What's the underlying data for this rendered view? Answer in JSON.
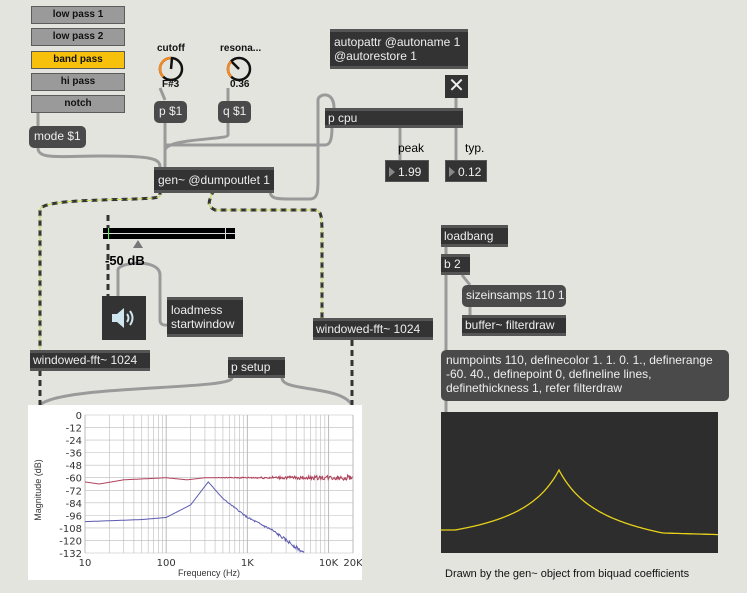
{
  "filter_tabs": [
    "low pass 1",
    "low pass 2",
    "band pass",
    "hi pass",
    "notch"
  ],
  "selected_tab": "band pass",
  "dials": {
    "cutoff": {
      "label": "cutoff",
      "value": "F#3"
    },
    "resonance": {
      "label": "resona...",
      "value": "0.36"
    }
  },
  "objects": {
    "p1": "p $1",
    "q1": "q $1",
    "mode": "mode $1",
    "gen": "gen~ @dumpoutlet 1",
    "autopattr1": "autopattr @autoname 1",
    "autopattr2": "@autorestore 1",
    "pcpu": "p cpu",
    "peak_label": "peak",
    "typ_label": "typ.",
    "peak_value": "1.99",
    "typ_value": "0.12",
    "meter_value": "-50 dB",
    "loadmess1": "loadmess",
    "loadmess2": "startwindow",
    "fft_left": "windowed-fft~ 1024",
    "fft_right": "windowed-fft~ 1024",
    "psetup": "p setup",
    "loadbang": "loadbang",
    "b2": "b 2",
    "sizeinsamps": "sizeinsamps 110 1",
    "buffer": "buffer~ filterdraw",
    "msg_lines": [
      "numpoints 110, definecolor 1. 1. 0. 1., definerange",
      "-60. 40., definepoint 0, defineline lines,",
      "definethickness 1, refer filterdraw"
    ],
    "caption": "Drawn by the gen~ object from biquad coefficients"
  },
  "colors": {
    "selected_tab": "#f7c00b",
    "dial_arc": "#f08a24",
    "signal_cord": "#c8d84a",
    "curve_yellow": "#e8d21a",
    "red_series": "#b0405a",
    "blue_series": "#5a5ab0"
  },
  "chart_data": {
    "type": "line",
    "xlabel": "Frequency (Hz)",
    "ylabel": "Magnitude (dB)",
    "xscale": "log",
    "xlim": [
      10,
      20000
    ],
    "ylim": [
      -132,
      0
    ],
    "xticks": [
      "10",
      "100",
      "1K",
      "10K",
      "20K"
    ],
    "yticks": [
      "0",
      "-12",
      "-24",
      "-36",
      "-48",
      "-60",
      "-72",
      "-84",
      "-96",
      "-108",
      "-120",
      "-132"
    ],
    "grid": true,
    "series": [
      {
        "color": "#b0405a",
        "x": [
          10,
          15,
          30,
          100,
          180,
          300,
          1000,
          5000,
          20000
        ],
        "y": [
          -64,
          -66,
          -62,
          -60,
          -62,
          -60,
          -60,
          -60,
          -60
        ]
      },
      {
        "color": "#5a5ab0",
        "x": [
          10,
          50,
          100,
          200,
          330,
          500,
          1000,
          2000,
          5000
        ],
        "y": [
          -102,
          -100,
          -98,
          -86,
          -64,
          -80,
          -98,
          -110,
          -132
        ]
      }
    ]
  }
}
